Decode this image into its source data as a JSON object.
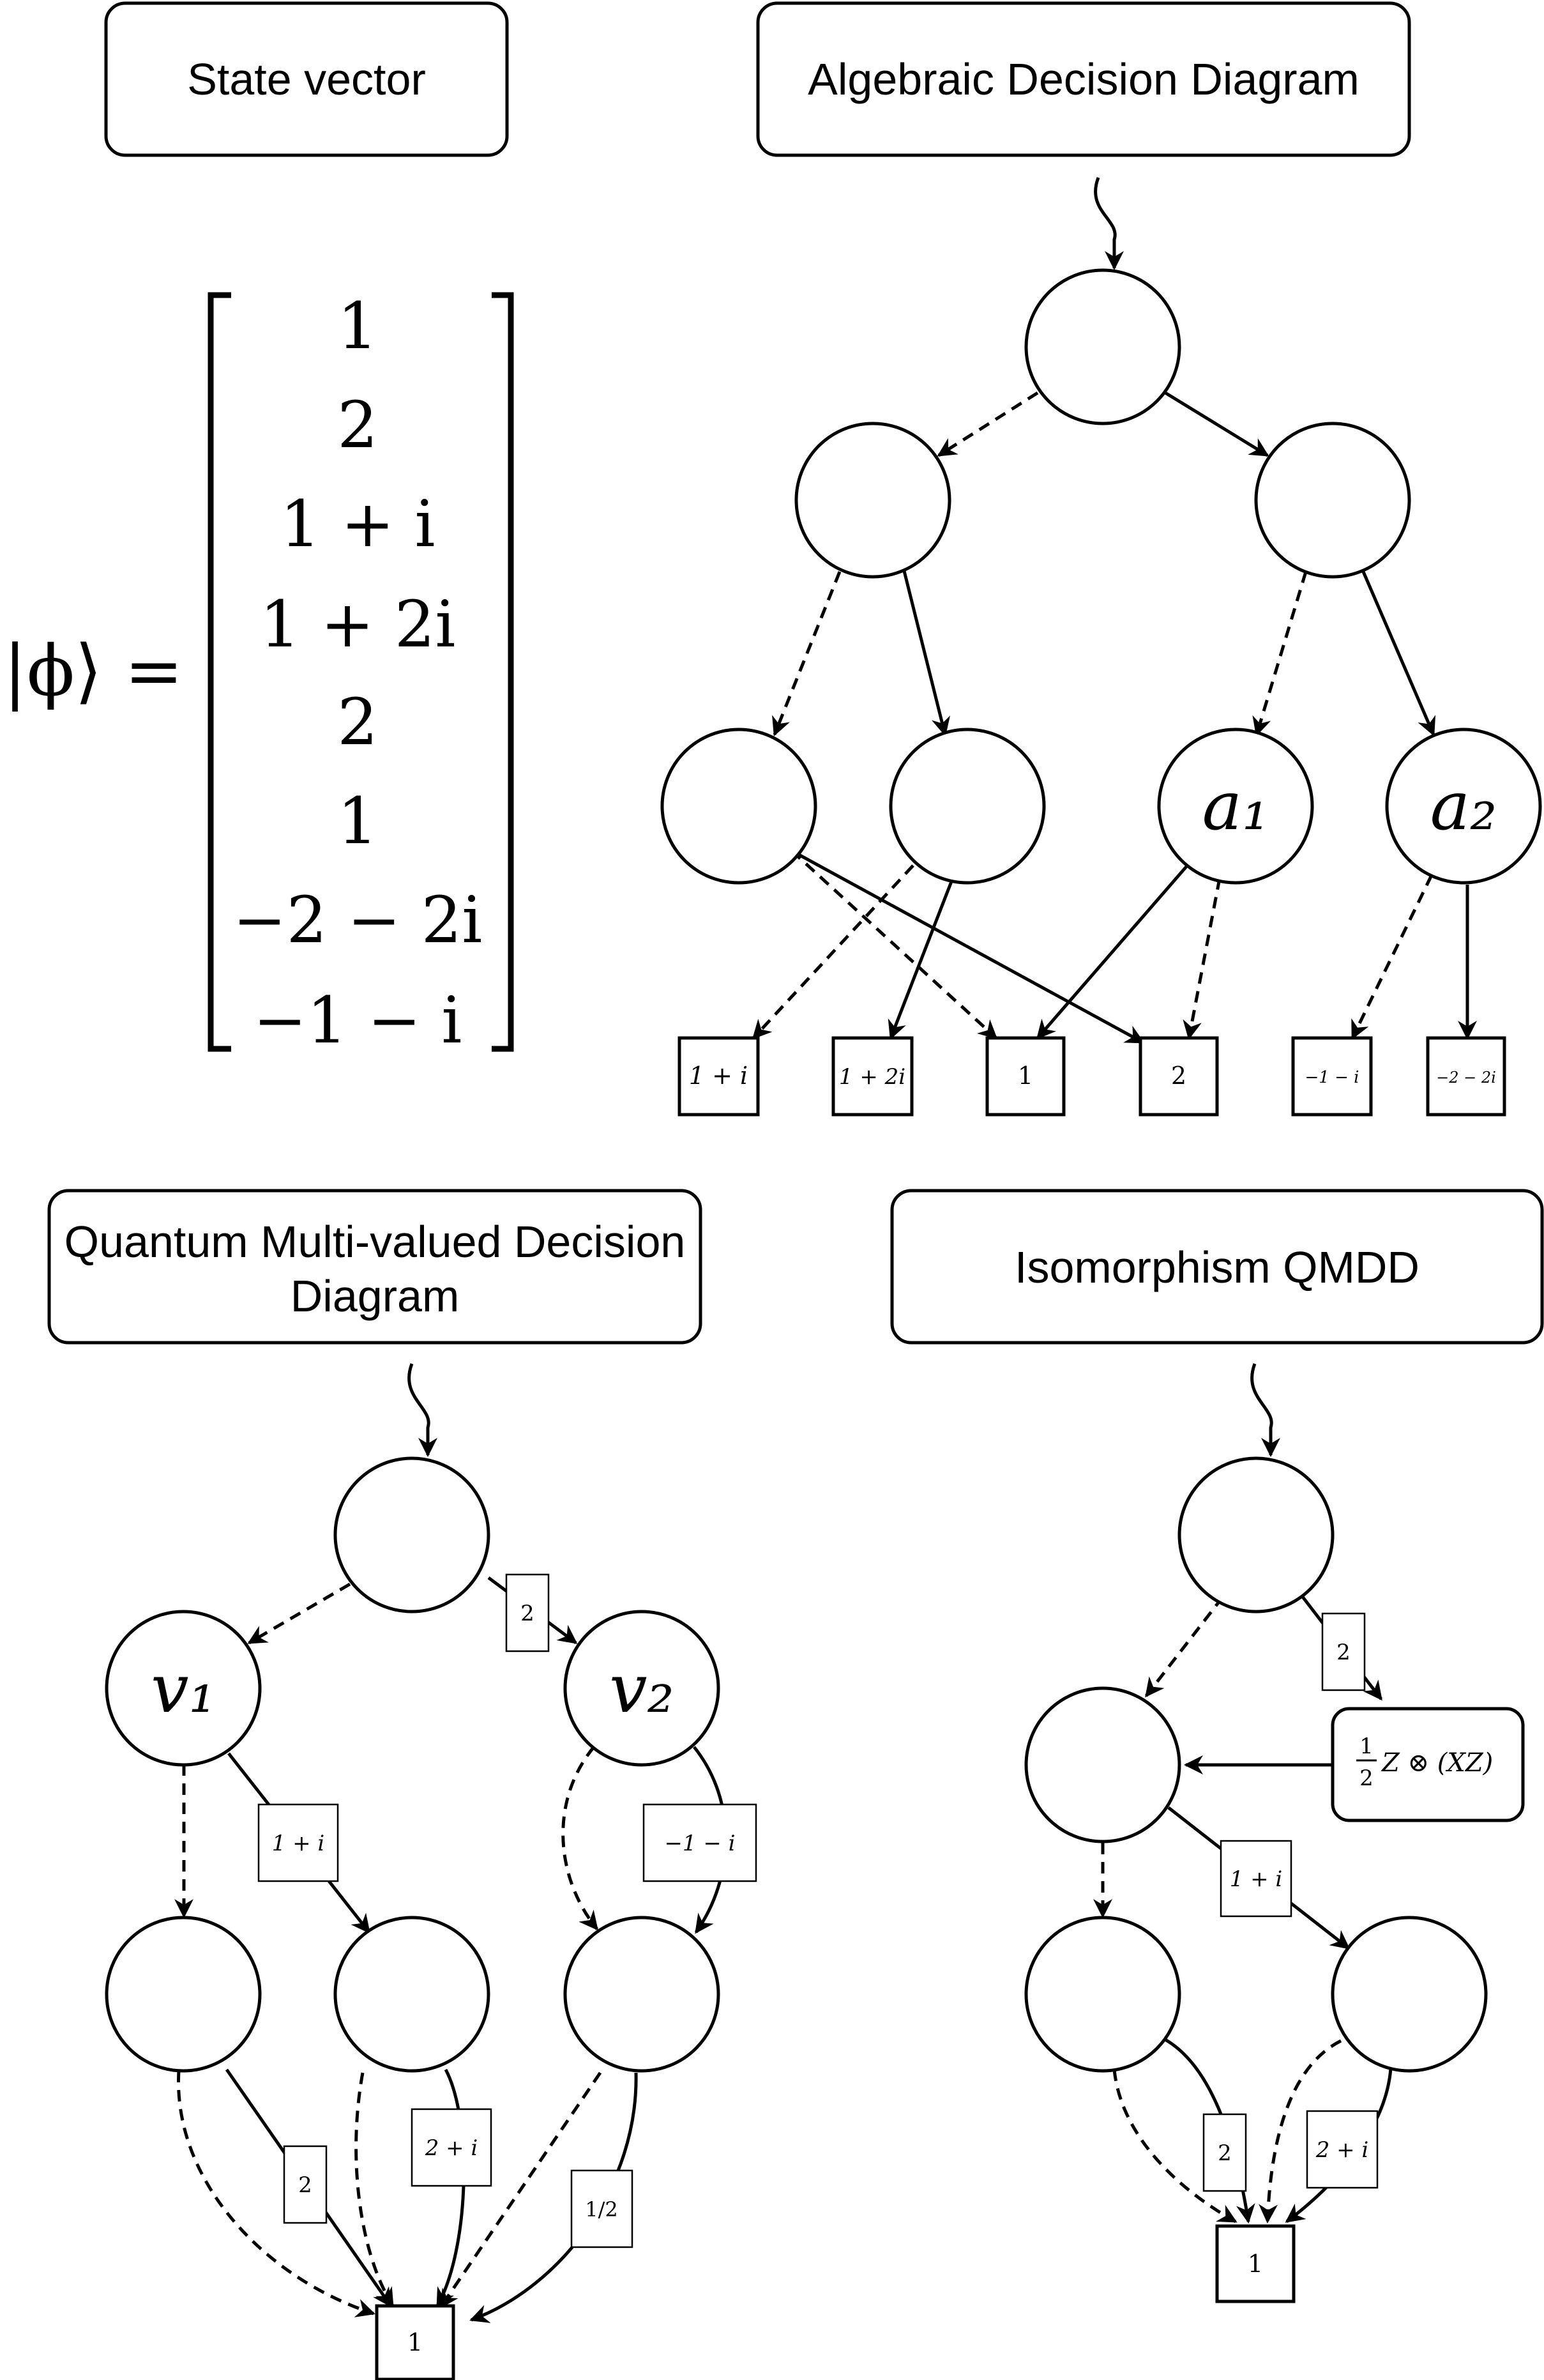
{
  "panels": {
    "state_vector": {
      "title": "State vector",
      "lhs": "|ϕ⟩ =",
      "entries": [
        "1",
        "2",
        "1 + i",
        "1 + 2i",
        "2",
        "1",
        "−2 − 2i",
        "−1 − i"
      ]
    },
    "add": {
      "title": "Algebraic Decision Diagram",
      "node_a1": "a₁",
      "node_a2": "a₂",
      "leaves": [
        "1 + i",
        "1 + 2i",
        "1",
        "2",
        "−1 − i",
        "−2 − 2i"
      ]
    },
    "qmdd": {
      "title_line1": "Quantum Multi-valued Decision",
      "title_line2": "Diagram",
      "node_v1": "v₁",
      "node_v2": "v₂",
      "weights": {
        "root_right": "2",
        "v1_right": "1 + i",
        "v2_left": "−1 − i",
        "n1_right": "2",
        "n2_right": "2 + i",
        "n3_right": "1/2"
      },
      "terminal": "1"
    },
    "iso": {
      "title": "Isomorphism QMDD",
      "weights": {
        "root_right": "2",
        "mid_right": "1 + i",
        "leftleaf_right": "2",
        "rightleaf_right": "2 + i"
      },
      "transform_frac_num": "1",
      "transform_frac_den": "2",
      "transform_expr": "Z ⊗ (XZ)",
      "terminal": "1"
    }
  }
}
